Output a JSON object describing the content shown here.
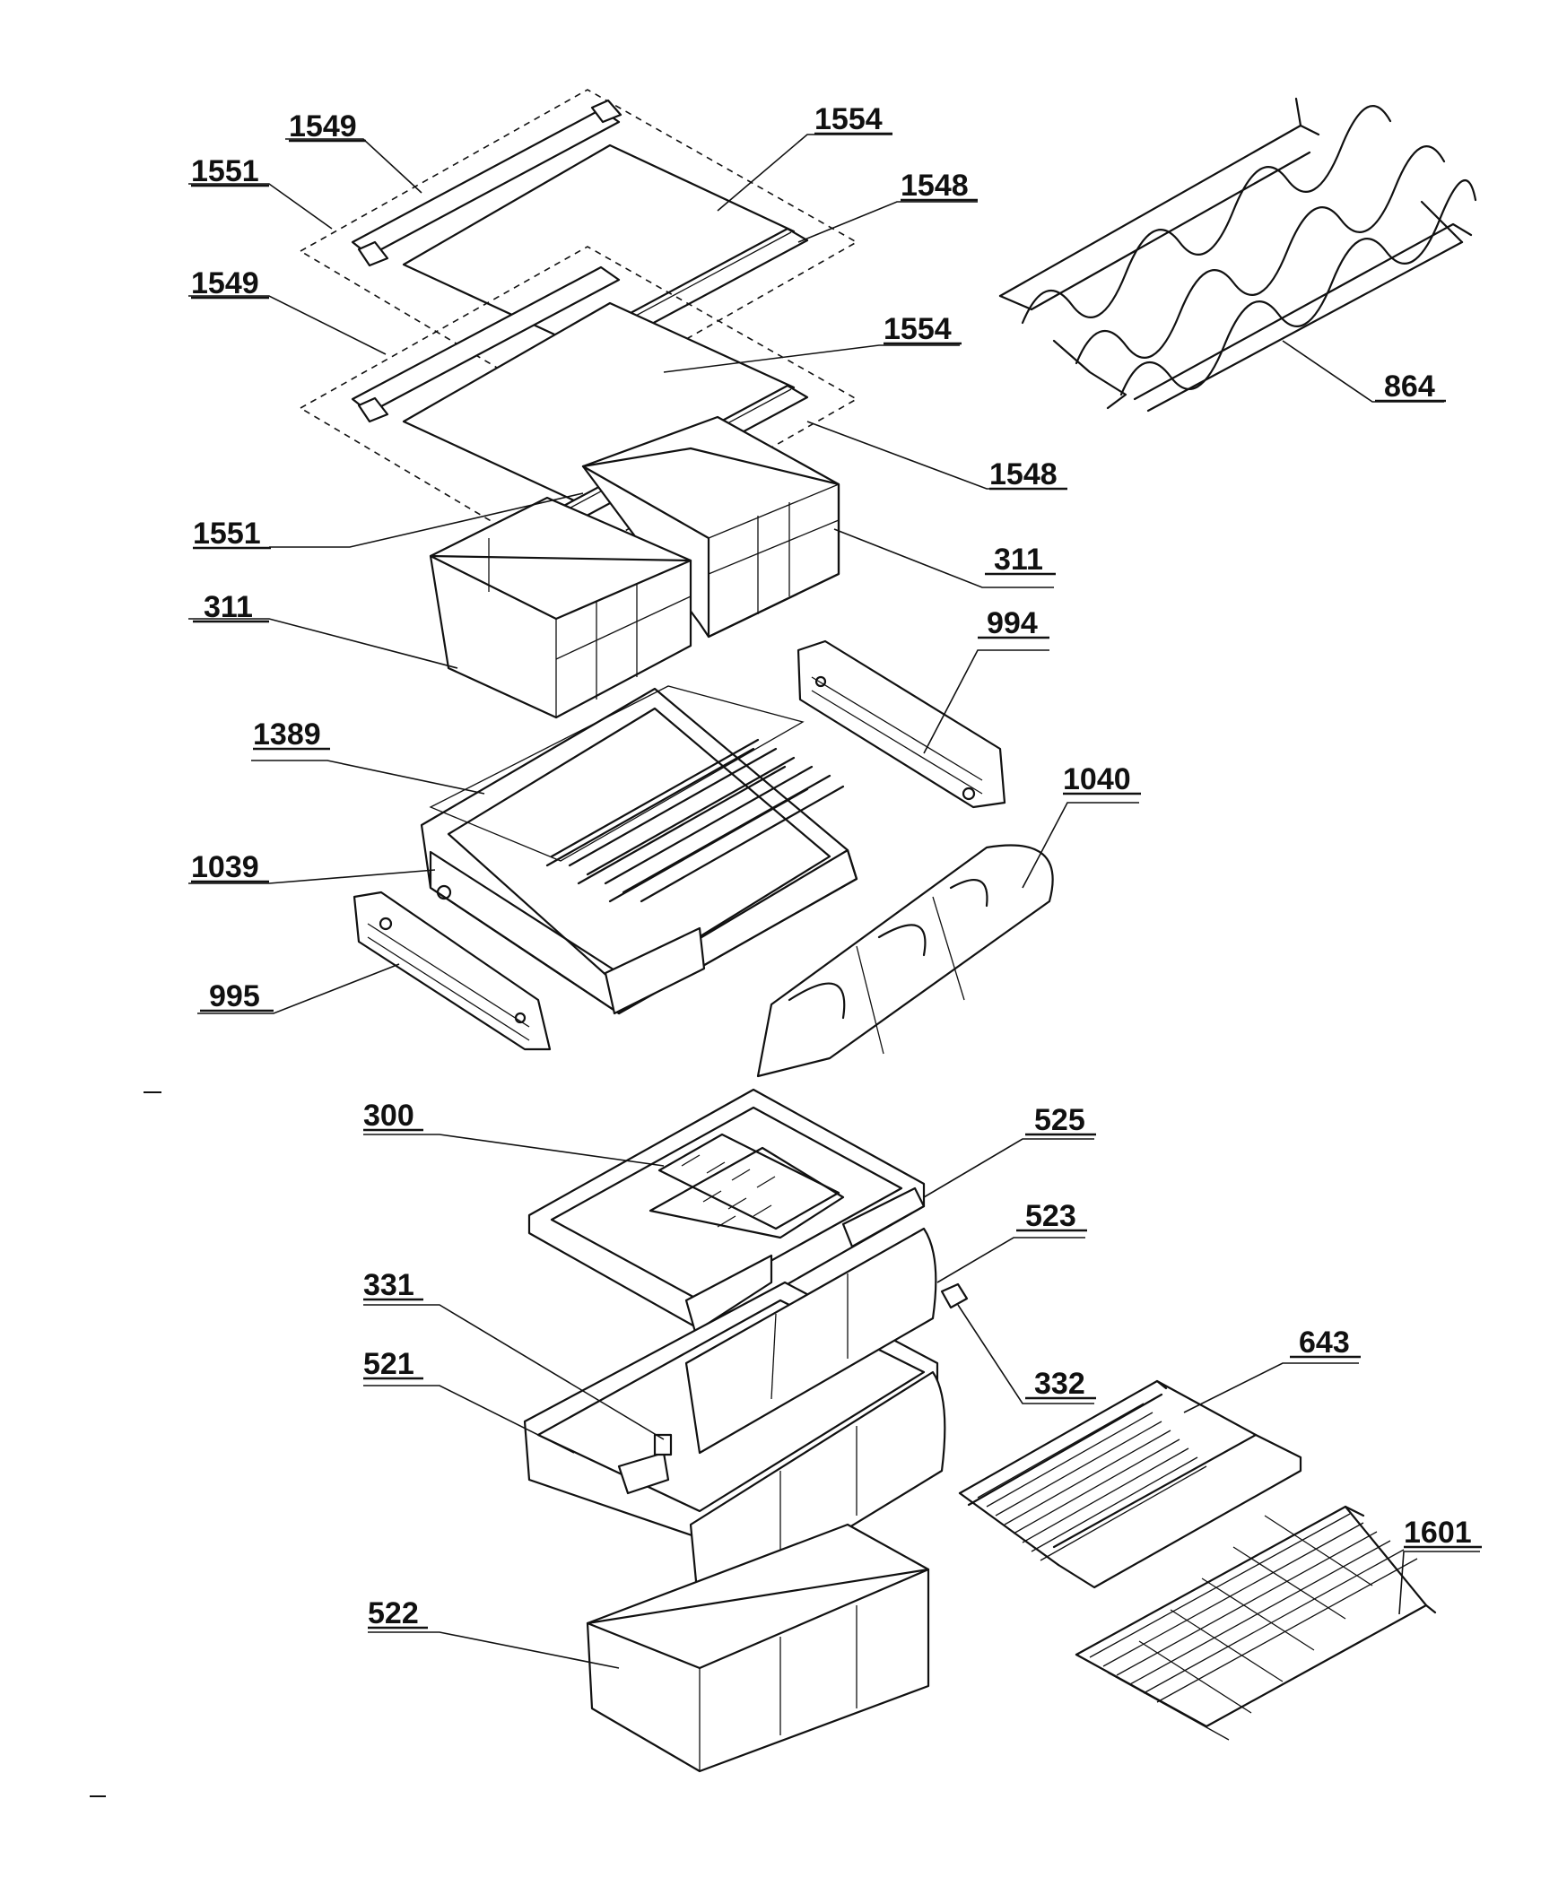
{
  "callouts": [
    {
      "id": "c1549a",
      "label": "1549"
    },
    {
      "id": "c1551a",
      "label": "1551"
    },
    {
      "id": "c1554a",
      "label": "1554"
    },
    {
      "id": "c1548a",
      "label": "1548"
    },
    {
      "id": "c1549b",
      "label": "1549"
    },
    {
      "id": "c1554b",
      "label": "1554"
    },
    {
      "id": "c864",
      "label": "864"
    },
    {
      "id": "c1548b",
      "label": "1548"
    },
    {
      "id": "c1551b",
      "label": "1551"
    },
    {
      "id": "c311a",
      "label": "311"
    },
    {
      "id": "c311b",
      "label": "311"
    },
    {
      "id": "c994",
      "label": "994"
    },
    {
      "id": "c1389",
      "label": "1389"
    },
    {
      "id": "c1040",
      "label": "1040"
    },
    {
      "id": "c1039",
      "label": "1039"
    },
    {
      "id": "c995",
      "label": "995"
    },
    {
      "id": "c300",
      "label": "300"
    },
    {
      "id": "c525",
      "label": "525"
    },
    {
      "id": "c523",
      "label": "523"
    },
    {
      "id": "c331",
      "label": "331"
    },
    {
      "id": "c332",
      "label": "332"
    },
    {
      "id": "c643",
      "label": "643"
    },
    {
      "id": "c521",
      "label": "521"
    },
    {
      "id": "c1601",
      "label": "1601"
    },
    {
      "id": "c522",
      "label": "522"
    }
  ]
}
